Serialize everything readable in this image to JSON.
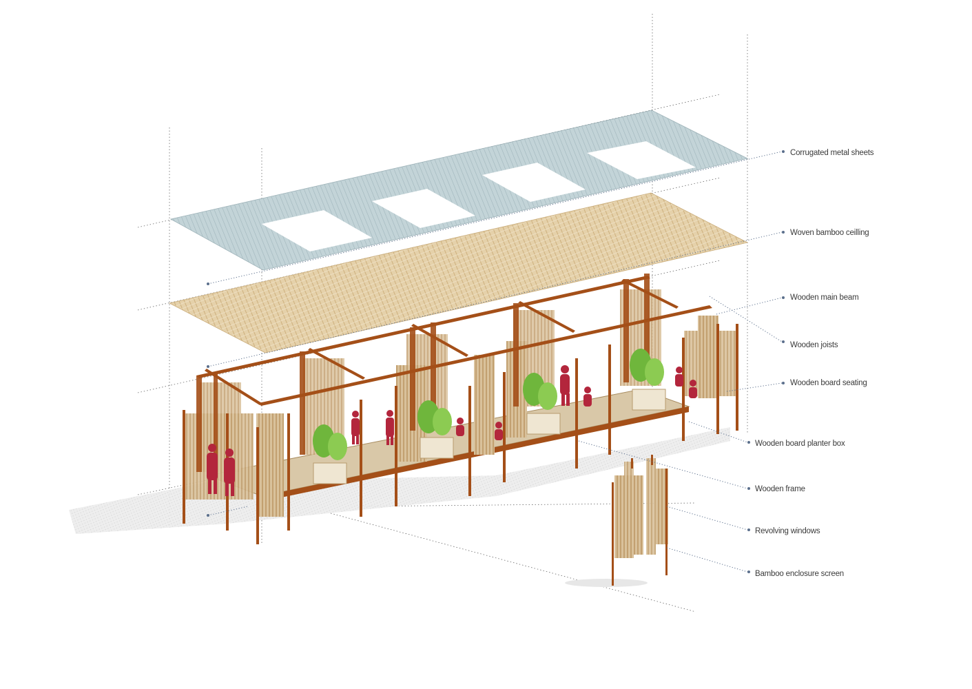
{
  "diagram": {
    "labels": [
      "Corrugated metal sheets",
      "Woven bamboo ceilling",
      "Wooden main beam",
      "Wooden joists",
      "Wooden board seating",
      "Wooden board planter box",
      "Wooden frame",
      "Revolving windows",
      "Bamboo enclosure screen"
    ],
    "colors": {
      "metal_sheet": "#b9cdd2",
      "bamboo_ceiling": "#dfc9a0",
      "wood_frame": "#a44f18",
      "bamboo_screen": "#c8ab82",
      "people": "#b3263c",
      "plants": "#6fb63c",
      "leader_lines": "#5b6f8c"
    }
  }
}
